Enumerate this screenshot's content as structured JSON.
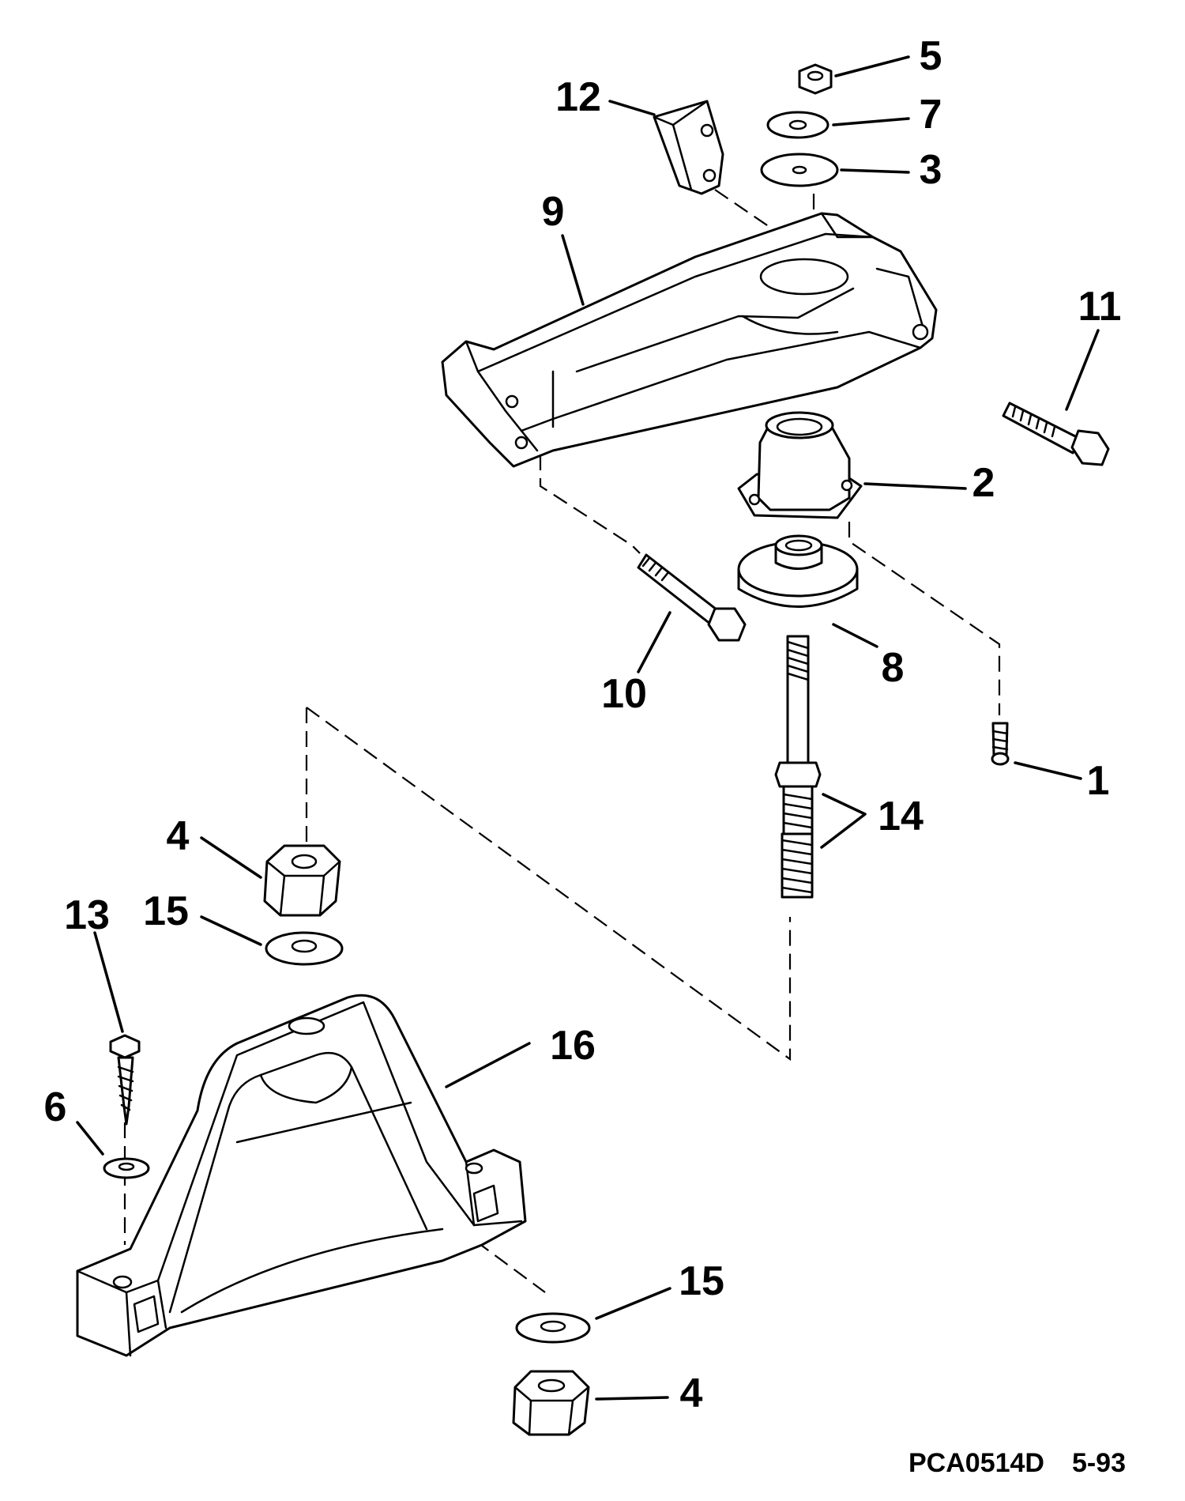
{
  "callouts": [
    "1",
    "2",
    "3",
    "4",
    "4",
    "5",
    "6",
    "7",
    "8",
    "9",
    "10",
    "11",
    "12",
    "13",
    "14",
    "15",
    "15",
    "16"
  ],
  "drawing_code": "PCA0514D",
  "revision_date": "5-93",
  "colors": {
    "line": "#000000",
    "background": "#ffffff"
  }
}
